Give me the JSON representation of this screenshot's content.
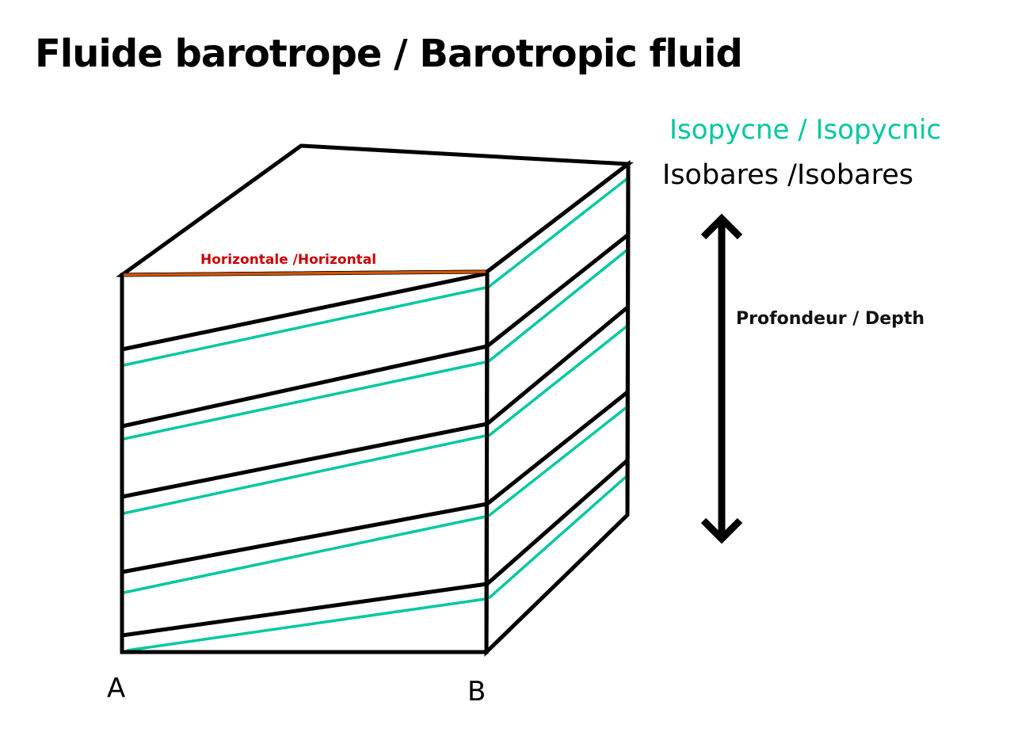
{
  "title": "Fluide barotrope / Barotropic fluid",
  "legend": {
    "isopycnic": {
      "label": "Isopycne / Isopycnic",
      "color": "#00c8a0"
    },
    "isobares": {
      "label": "Isobares /Isobares",
      "color": "#000000"
    }
  },
  "horizontal": {
    "label": "Horizontale /Horizontal",
    "label_color": "#cc0000",
    "line_color": "#d35400"
  },
  "depth": {
    "label": "Profondeur / Depth"
  },
  "points": {
    "a": "A",
    "b": "B"
  },
  "colors": {
    "isopycnic": "#00c8a0",
    "isobar": "#000000",
    "horizontal": "#d35400"
  },
  "cube": {
    "front": [
      [
        154,
        347
      ],
      [
        615,
        343
      ],
      [
        614,
        823
      ],
      [
        154,
        823
      ]
    ],
    "top_back": [
      [
        380,
        184
      ],
      [
        793,
        207
      ]
    ],
    "side_back_bottom": [
      792,
      650
    ],
    "front_isobars": [
      [
        441,
        437
      ],
      [
        538,
        535
      ],
      [
        627,
        535
      ],
      [
        722,
        636
      ],
      [
        802,
        737
      ]
    ],
    "front_isopycnals": [
      [
        461,
        363
      ],
      [
        554,
        457
      ],
      [
        648,
        550
      ],
      [
        748,
        652
      ],
      [
        822,
        756
      ]
    ]
  }
}
